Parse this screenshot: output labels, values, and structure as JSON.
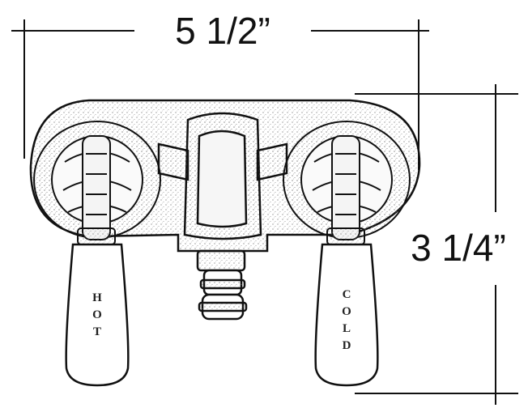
{
  "dimensions": {
    "width_label": "5 1/2”",
    "height_label": "3 1/4”"
  },
  "handles": {
    "left_label": [
      "H",
      "O",
      "T"
    ],
    "right_label": [
      "C",
      "O",
      "L",
      "D"
    ]
  },
  "colors": {
    "line": "#111111",
    "background": "#ffffff"
  }
}
